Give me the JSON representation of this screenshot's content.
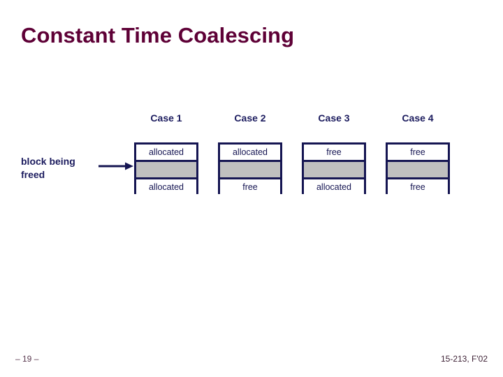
{
  "slide": {
    "title": "Constant Time Coalescing",
    "title_color": "#5e0036",
    "background_color": "#ffffff"
  },
  "annotation": {
    "freed_label_line1": "block being",
    "freed_label_line2": "freed",
    "arrow_icon": "right-arrow-icon",
    "label_color": "#1b1b5e"
  },
  "diagram": {
    "accent_color": "#151552",
    "middle_band_color": "#bfbfbf",
    "cases": [
      {
        "header": "Case 1",
        "top_block": "allocated",
        "middle_block": "",
        "bottom_block": "allocated"
      },
      {
        "header": "Case 2",
        "top_block": "allocated",
        "middle_block": "",
        "bottom_block": "free"
      },
      {
        "header": "Case 3",
        "top_block": "free",
        "middle_block": "",
        "bottom_block": "allocated"
      },
      {
        "header": "Case 4",
        "top_block": "free",
        "middle_block": "",
        "bottom_block": "free"
      }
    ]
  },
  "footer": {
    "page_number": "– 19 –",
    "course_tag": "15-213, F'02"
  }
}
